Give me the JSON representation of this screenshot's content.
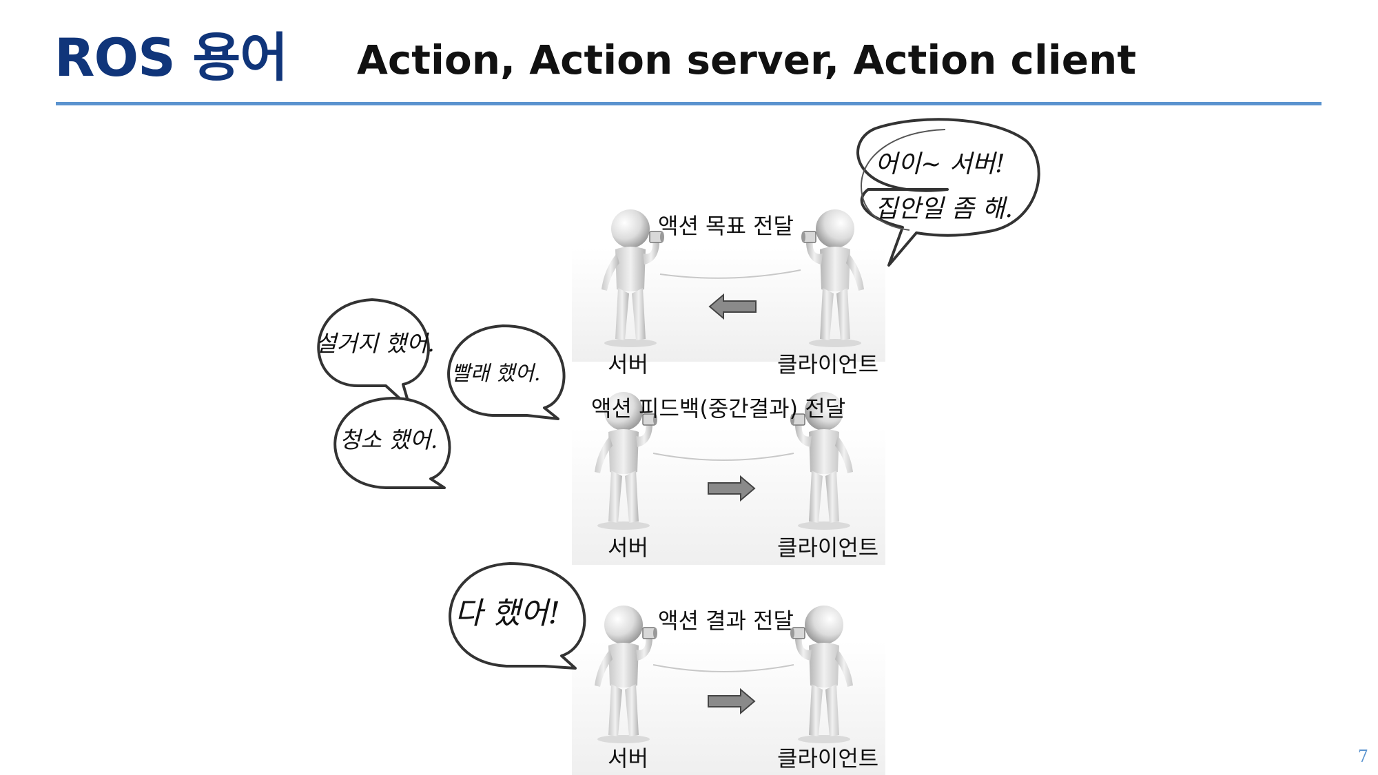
{
  "header": {
    "title": "ROS 용어",
    "subtitle": "Action, Action server, Action client"
  },
  "page_number": "7",
  "panels": [
    {
      "caption": "액션 목표 전달",
      "server_label": "서버",
      "client_label": "클라이언트",
      "arrow_direction": "left"
    },
    {
      "caption": "액션 피드백(중간결과) 전달",
      "server_label": "서버",
      "client_label": "클라이언트",
      "arrow_direction": "right"
    },
    {
      "caption": "액션 결과 전달",
      "server_label": "서버",
      "client_label": "클라이언트",
      "arrow_direction": "right"
    }
  ],
  "bubbles": {
    "client_request": [
      "어이~ 서버!",
      "집안일 좀 해."
    ],
    "feedback_1": "설거지 했어.",
    "feedback_2": "빨래 했어.",
    "feedback_3": "청소 했어.",
    "result": "다 했어!"
  },
  "colors": {
    "title": "#10357a",
    "rule": "#5a93cf",
    "arrow": "#8a8a8a",
    "figure": "#d6d6d6"
  }
}
